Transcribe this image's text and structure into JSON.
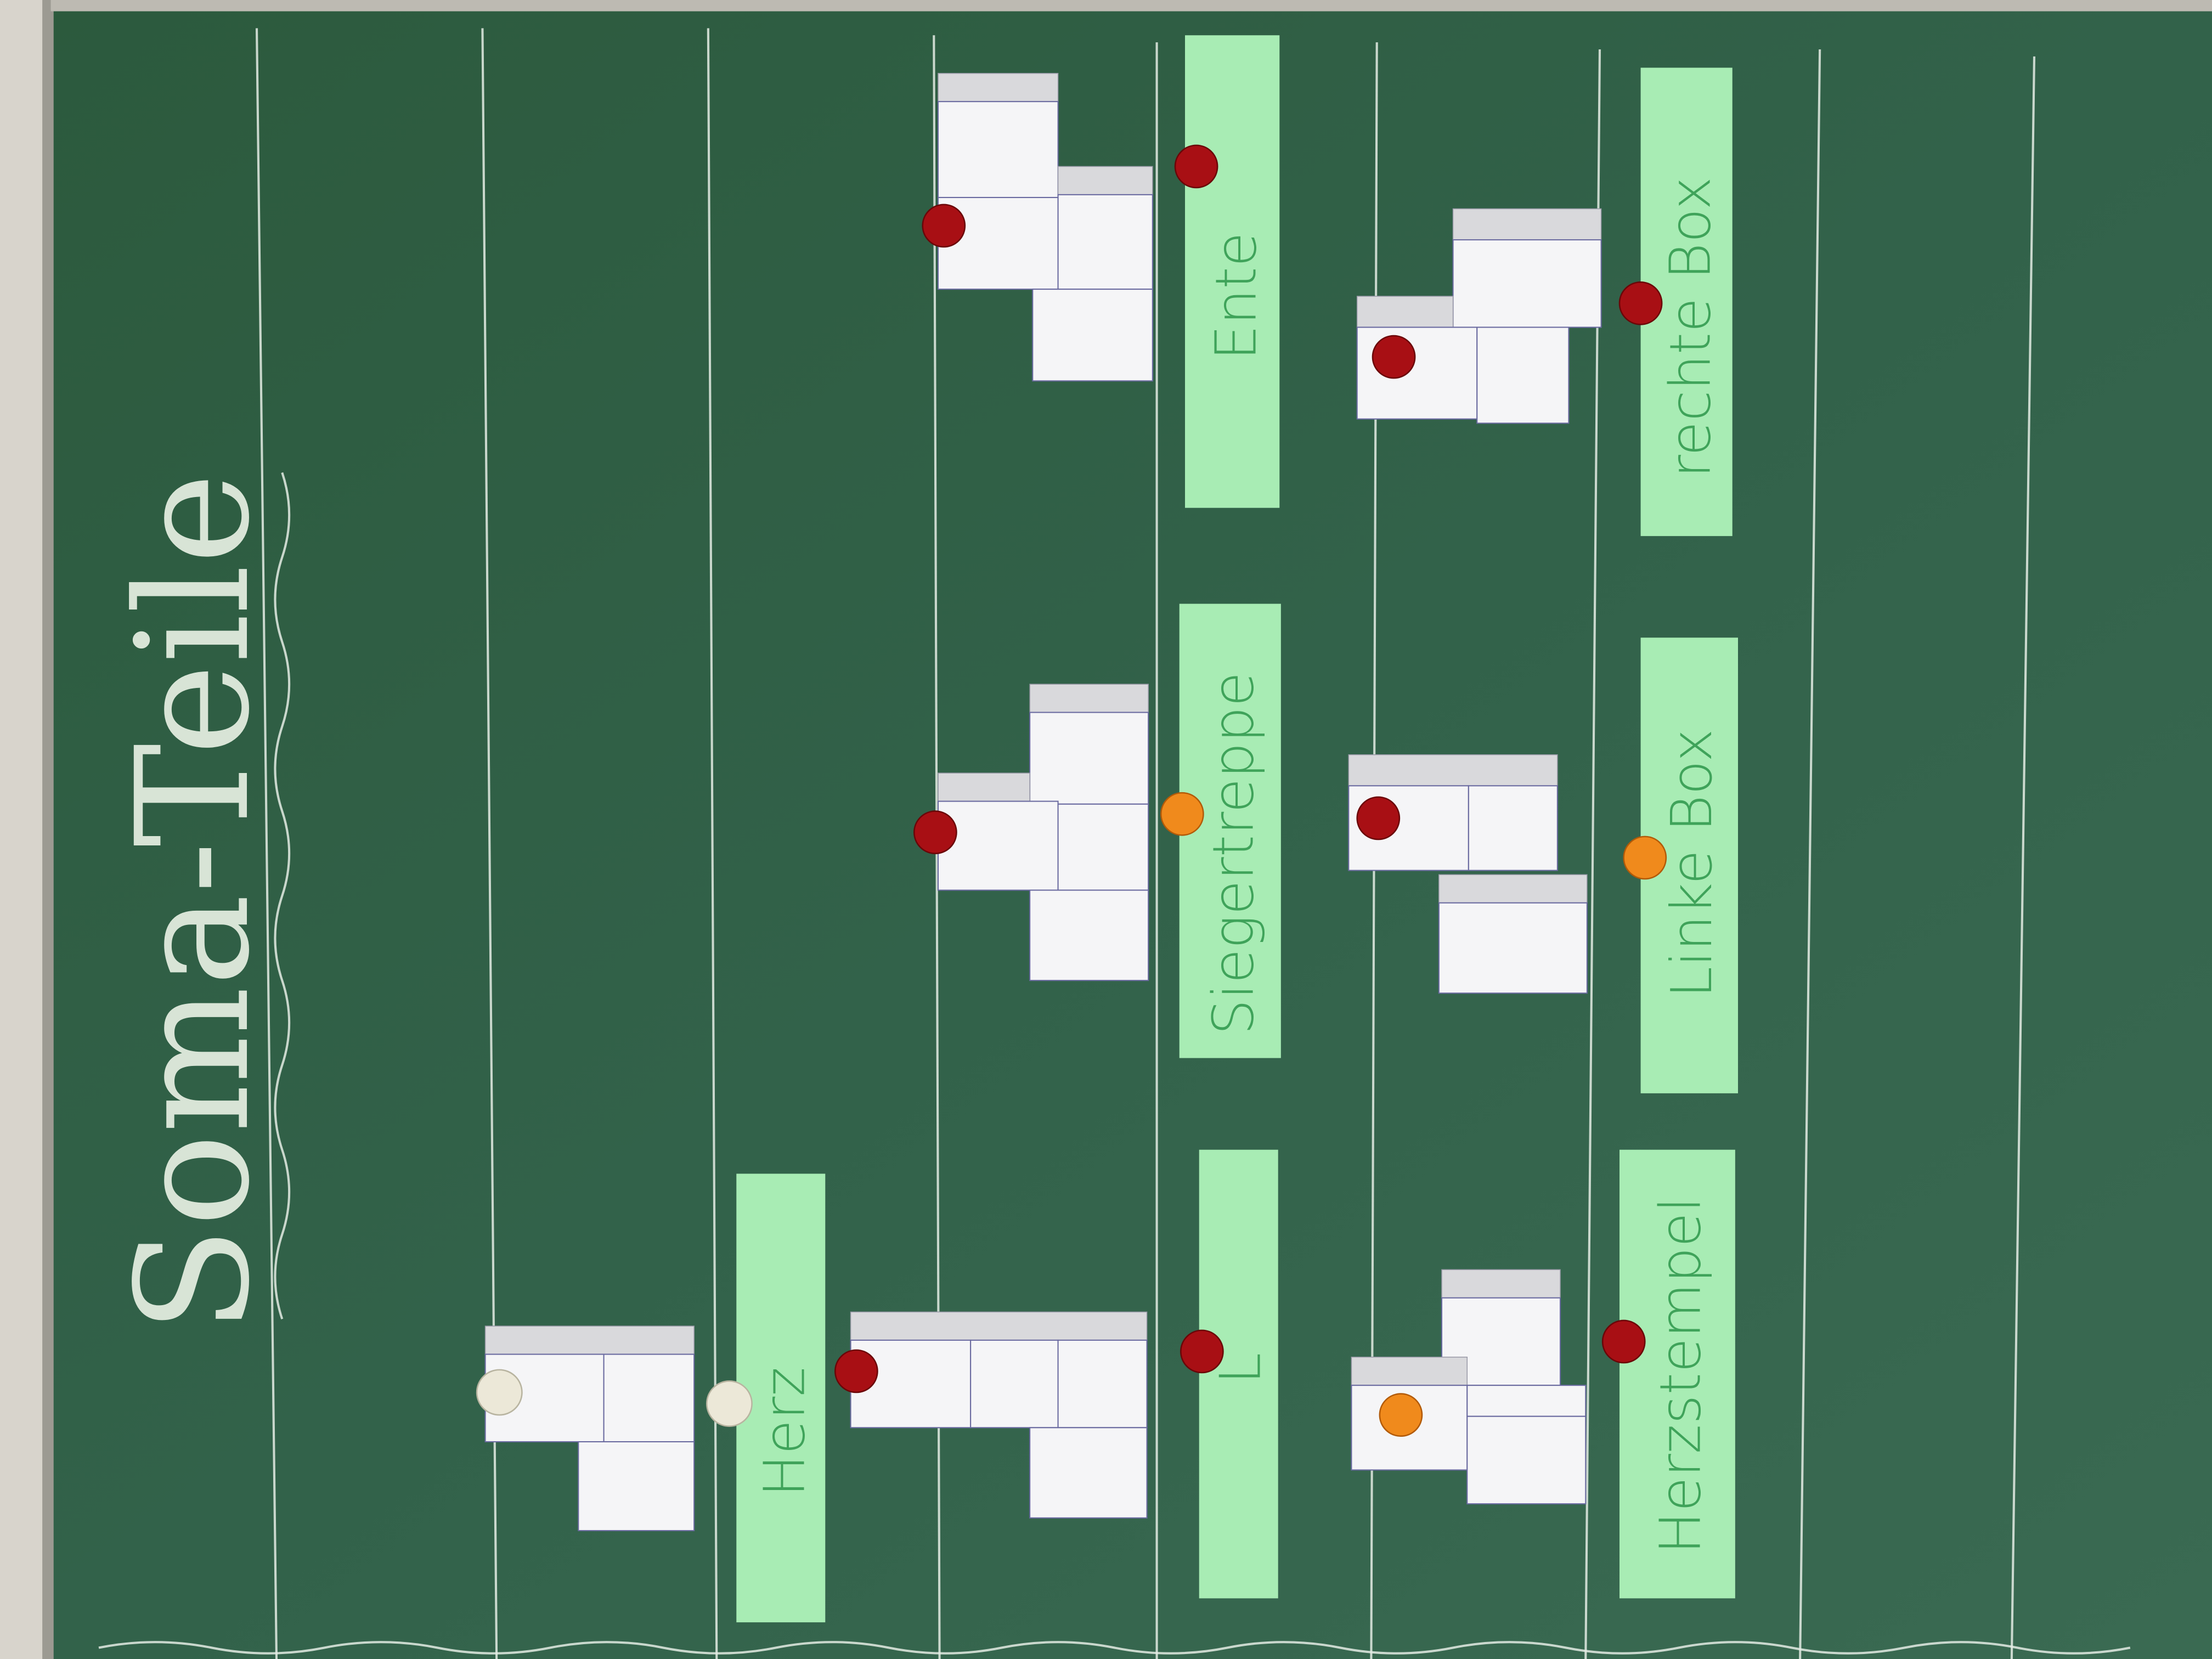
{
  "title": "Soma-Teile",
  "labels": {
    "ente": "Ente",
    "rechte_box": "rechte Box",
    "siegertreppe": "Siegertreppe",
    "linke_box": "Linke Box",
    "herz": "Herz",
    "l": "L",
    "herzstempel": "Herzstempel"
  },
  "colors": {
    "board": "#2f5e40",
    "label_paper": "#a8ecb4",
    "label_text": "#3fa35a",
    "magnet_red": "#a80f14",
    "magnet_orange": "#f08a1c",
    "magnet_white": "#ece8d8"
  }
}
